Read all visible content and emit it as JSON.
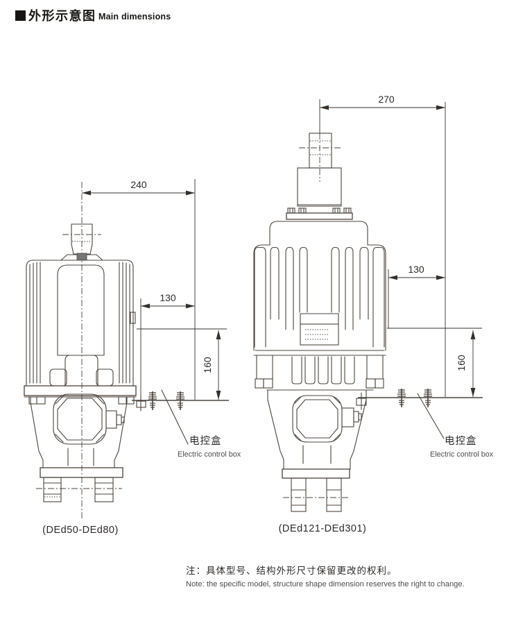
{
  "header": {
    "title_zh": "外形示意图",
    "title_en": "Main dimensions"
  },
  "devices": {
    "left": {
      "caption": "(DEd50-DEd80)",
      "dim_top": "240",
      "dim_side": "130",
      "dim_height": "160",
      "control_box_zh": "电控盒",
      "control_box_en": "Electric control box"
    },
    "right": {
      "caption": "(DEd121-DEd301)",
      "dim_top": "270",
      "dim_side": "130",
      "dim_height": "160",
      "control_box_zh": "电控盒",
      "control_box_en": "Electric control box"
    }
  },
  "note": {
    "zh": "注：具体型号、结构外形尺寸保留更改的权利。",
    "en": "Note: the specific model, structure shape dimension reserves the right to change."
  }
}
